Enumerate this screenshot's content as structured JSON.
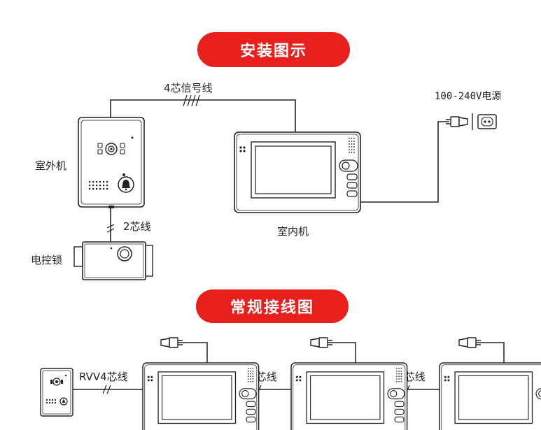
{
  "section_install": {
    "title": "安装图示"
  },
  "section_wiring": {
    "title": "常规接线图"
  },
  "labels": {
    "signal_wire": "4芯信号线",
    "power_source": "100-240V电源",
    "outdoor_unit": "室外机",
    "indoor_unit": "室内机",
    "two_core_wire": "2芯线",
    "electric_lock": "电控锁",
    "rvv_wire_1": "RVV4芯线",
    "rvv_wire_2": "RVV4芯线",
    "rvv_wire_3": "RVV4芯线"
  },
  "colors": {
    "accent": "#e8201d",
    "line": "#222222"
  }
}
